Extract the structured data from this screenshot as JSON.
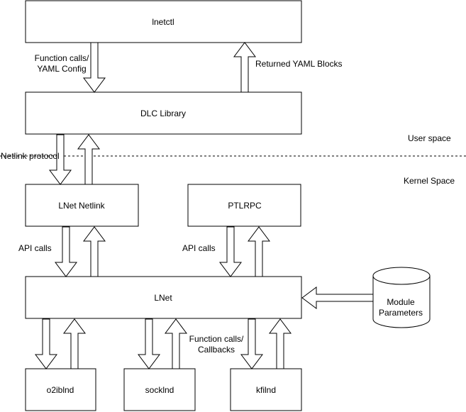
{
  "boxes": {
    "lnetctl": "lnetctl",
    "dlc_library": "DLC Library",
    "lnet_netlink": "LNet Netlink",
    "ptlrpc": "PTLRPC",
    "lnet": "LNet",
    "o2iblnd": "o2iblnd",
    "socklnd": "socklnd",
    "kfilnd": "kfilnd"
  },
  "database": {
    "line1": "Module",
    "line2": "Parameters"
  },
  "labels": {
    "function_calls_1a": "Function calls/",
    "function_calls_1b": "YAML Config",
    "returned_yaml": "Returned YAML Blocks",
    "netlink_protocol": "Netlink protocol",
    "user_space": "User space",
    "kernel_space": "Kernel Space",
    "api_calls_left": "API calls",
    "api_calls_right": "API calls",
    "function_calls_2a": "Function calls/",
    "function_calls_2b": "Callbacks"
  }
}
